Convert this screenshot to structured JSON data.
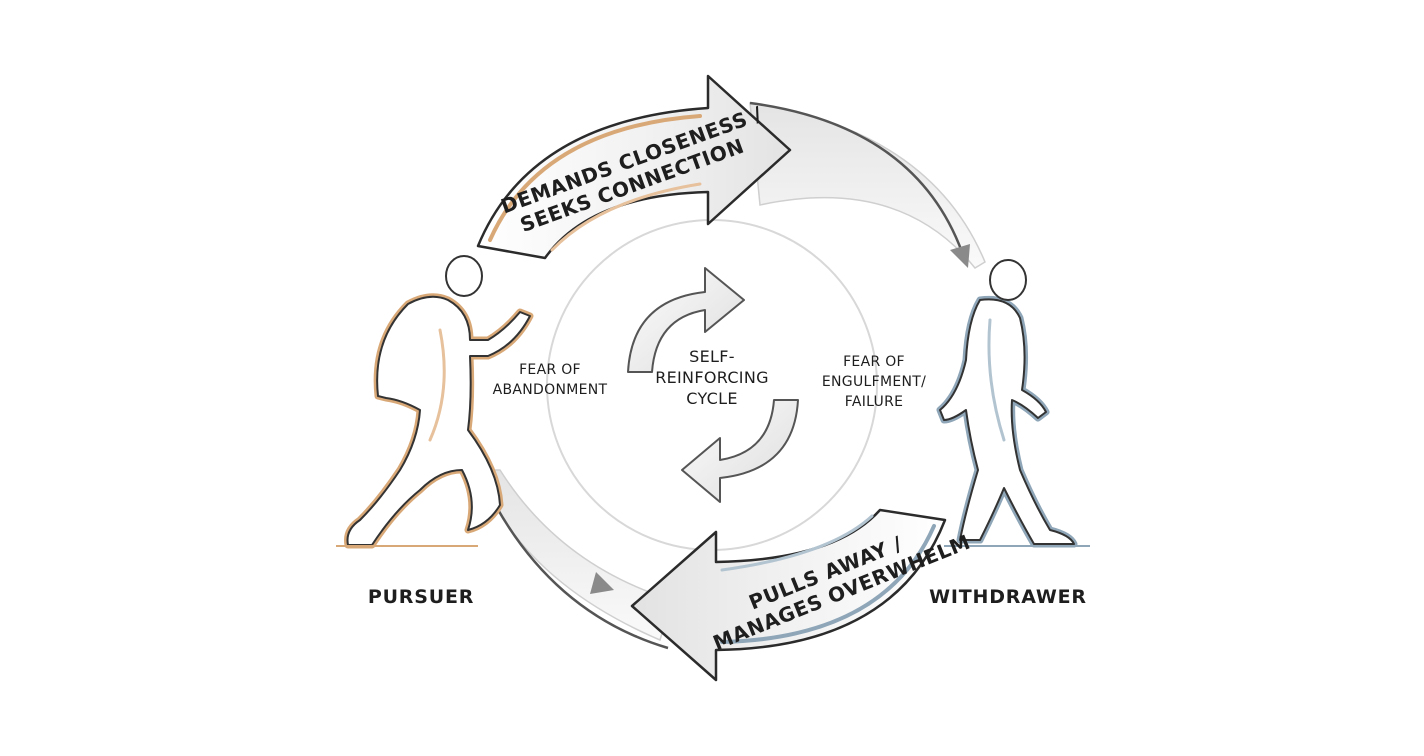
{
  "roles": {
    "pursuer": "PURSUER",
    "withdrawer": "WITHDRAWER"
  },
  "fears": {
    "pursuer": [
      "FEAR OF",
      "ABANDONMENT"
    ],
    "withdrawer": [
      "FEAR OF",
      "ENGULFMENT/",
      "FAILURE"
    ]
  },
  "center": [
    "SELF-",
    "REINFORCING",
    "CYCLE"
  ],
  "arrows": {
    "top": [
      "DEMANDS CLOSENESS /",
      "SEEKS CONNECTION"
    ],
    "bottom": [
      "PULLS AWAY /",
      "MANAGES OVERWHELM"
    ]
  },
  "colors": {
    "pursuer_accent": "#d9a877",
    "withdrawer_accent": "#8ea6b8",
    "outline": "#2b2b2b",
    "gray_fill": "#e6e6e6"
  }
}
